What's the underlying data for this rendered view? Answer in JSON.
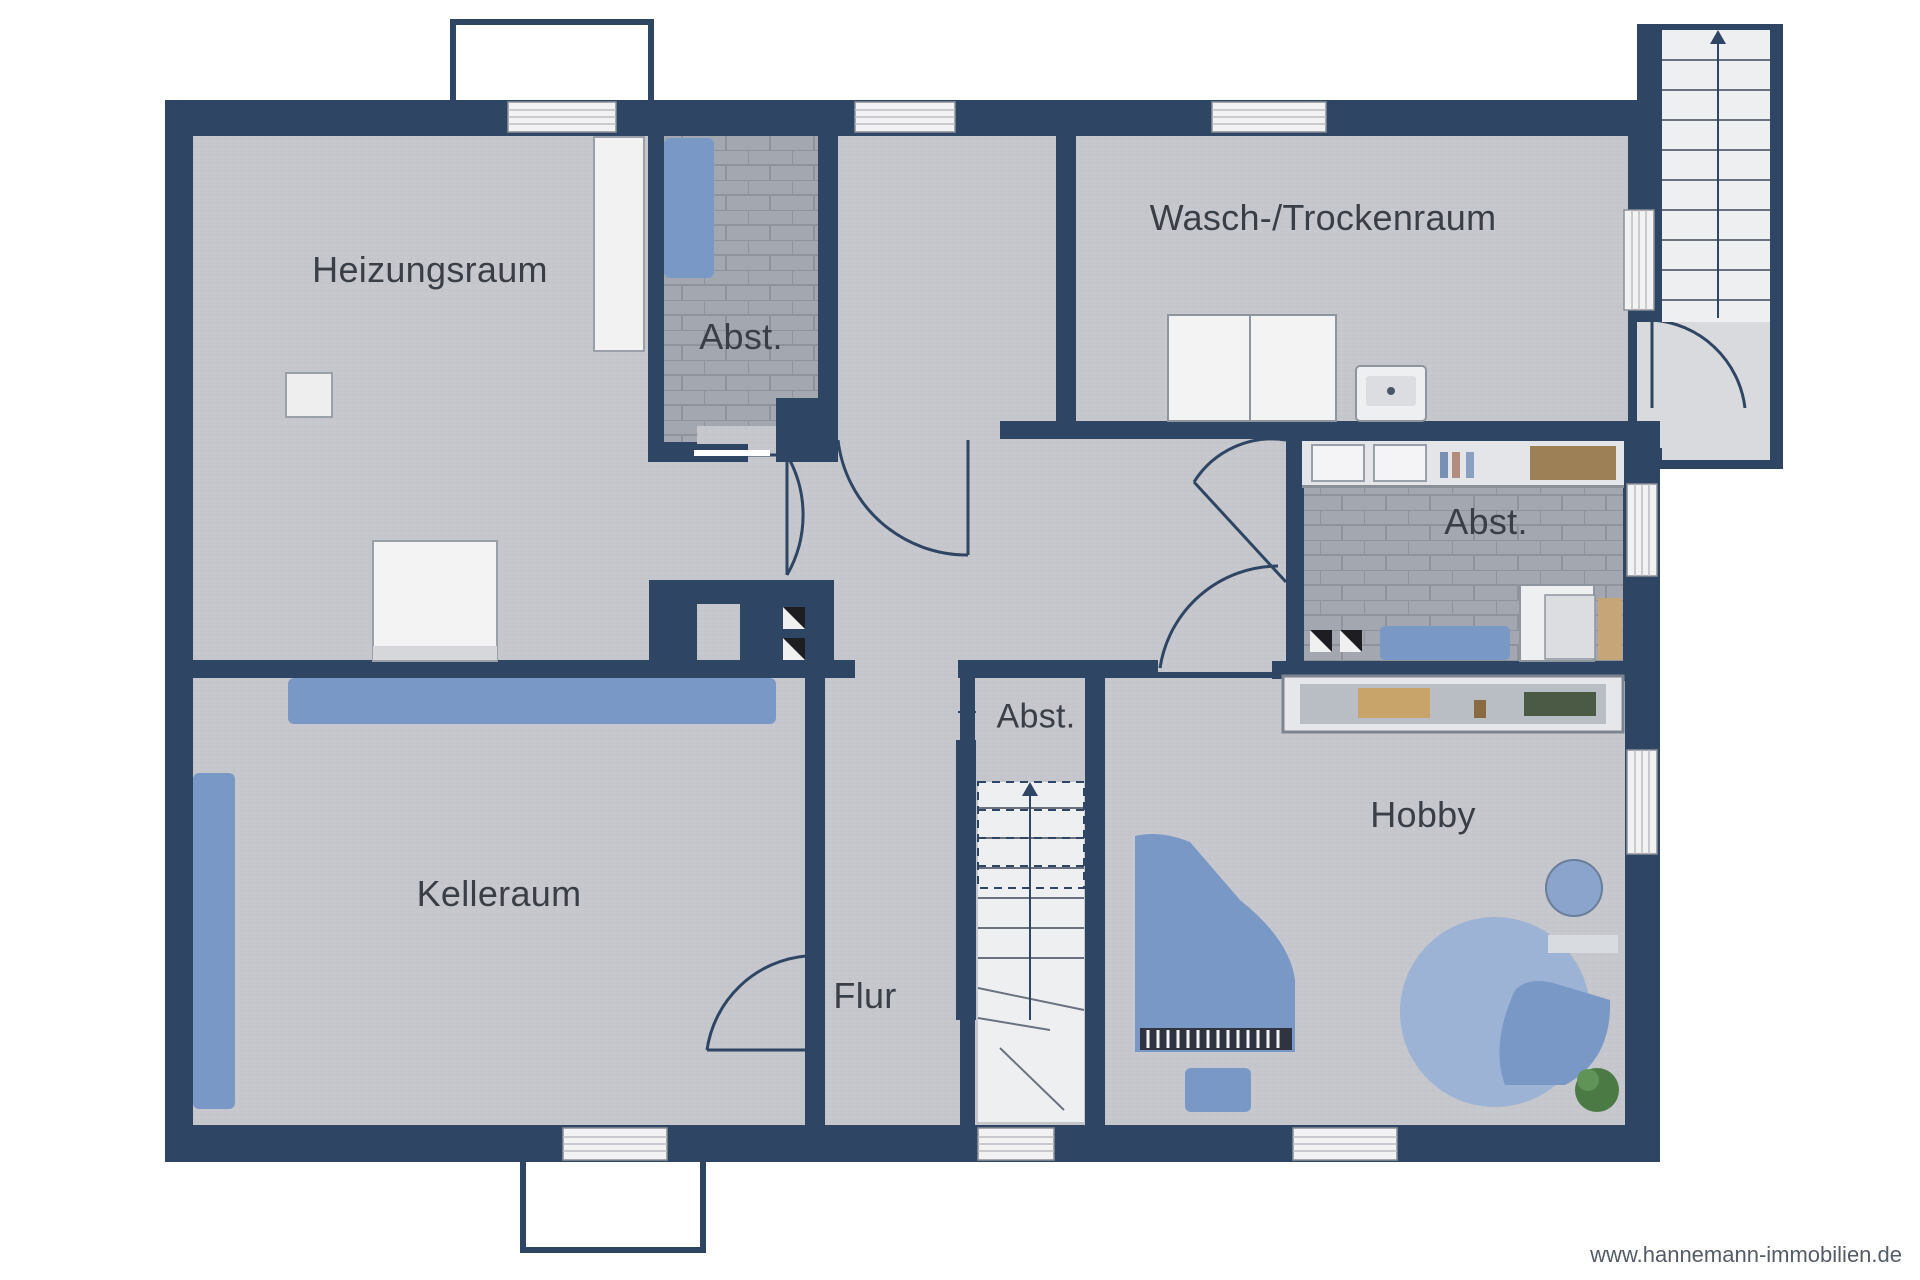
{
  "rooms": {
    "heizungsraum": "Heizungsraum",
    "abst_top": "Abst.",
    "wasch": "Wasch-/Trockenraum",
    "abst_right": "Abst.",
    "abst_stair": "Abst.",
    "keller": "Kelleraum",
    "flur": "Flur",
    "hobby": "Hobby"
  },
  "footer": {
    "watermark": "www.hannemann-immobilien.de"
  },
  "colors": {
    "wall": "#2f4564",
    "floor": "#c4c6cb",
    "tile": "#9ea3ab",
    "furniture_blue": "#7a98c6",
    "window": "#f2f2f2"
  }
}
